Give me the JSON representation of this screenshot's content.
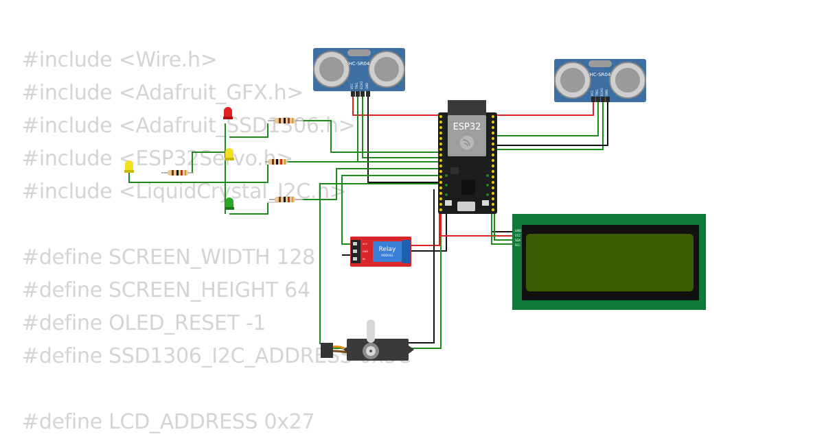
{
  "code_lines": [
    "#include <Wire.h>",
    "#include <Adafruit_GFX.h>",
    "#include <Adafruit_SSD1306.h>",
    "#include <ESP32Servo.h>",
    "#include <LiquidCrystal_I2C.h>",
    "",
    "#define SCREEN_WIDTH 128",
    "#define SCREEN_HEIGHT 64",
    "#define OLED_RESET -1",
    "#define SSD1306_I2C_ADDRESS 0x3C",
    "",
    "#define LCD_ADDRESS 0x27"
  ],
  "components": {
    "ultrasonic_1": {
      "label": "HC-SR04",
      "pins": [
        "VCC",
        "TRIG",
        "ECHO",
        "GND"
      ]
    },
    "ultrasonic_2": {
      "label": "HC-SR04",
      "pins": [
        "VCC",
        "TRIG",
        "ECHO",
        "GND"
      ]
    },
    "mcu": {
      "label": "ESP32"
    },
    "relay": {
      "label": "Relay",
      "sublabel": "MODULE",
      "pins": [
        "VCC",
        "GND",
        "IN"
      ]
    },
    "lcd": {
      "pins": [
        "GND",
        "VCC",
        "SDA",
        "SCL"
      ]
    },
    "leds": [
      "red",
      "yellow",
      "yellow",
      "green"
    ]
  },
  "colors": {
    "code_text": "#d4d4d4",
    "wire_red": "#e02020",
    "wire_black": "#111111",
    "wire_green": "#1a8a1a",
    "sensor_board": "#3d6fa3",
    "relay_board": "#d8262a",
    "lcd_frame": "#0f7a3a",
    "lcd_screen": "#3a5c00",
    "esp_board": "#1c1c1c"
  }
}
